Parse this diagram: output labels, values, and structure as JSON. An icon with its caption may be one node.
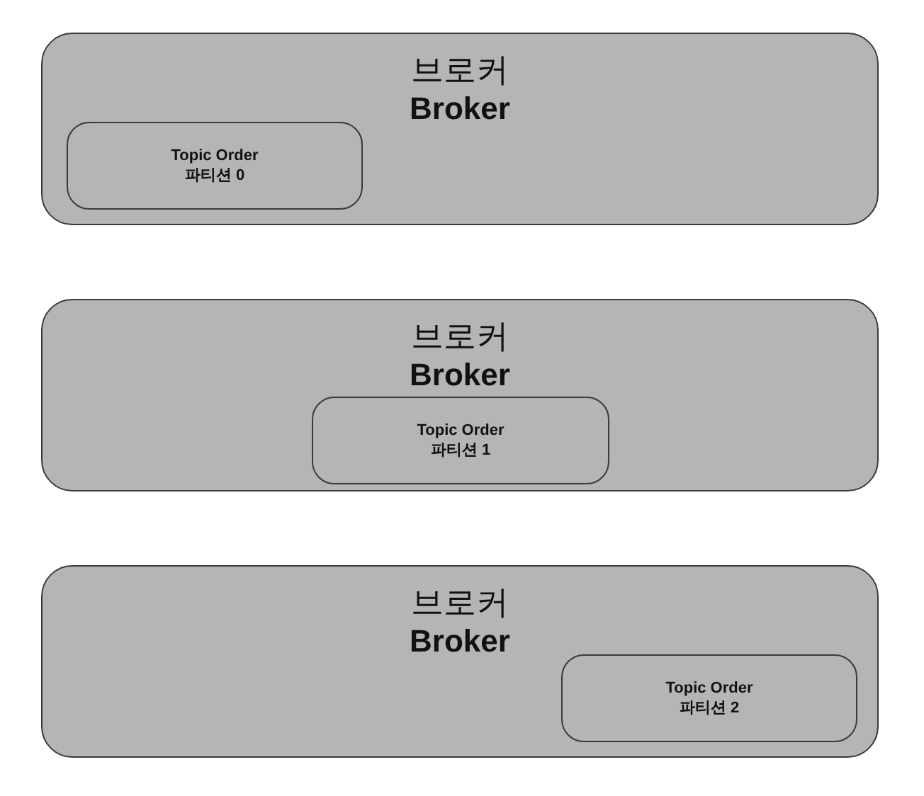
{
  "diagram": {
    "nodes": [
      {
        "text": [
          "브로커",
          "Broker"
        ]
      },
      {
        "text": [
          "Topic Order",
          "파티션 0"
        ],
        "in": 0
      },
      {
        "text": [
          "브로커",
          "Broker"
        ]
      },
      {
        "text": [
          "Topic Order",
          "파티션 1"
        ],
        "in": 2
      },
      {
        "text": [
          "브로커",
          "Broker"
        ]
      },
      {
        "text": [
          "Topic Order",
          "파티션 2"
        ],
        "in": 4
      }
    ]
  }
}
